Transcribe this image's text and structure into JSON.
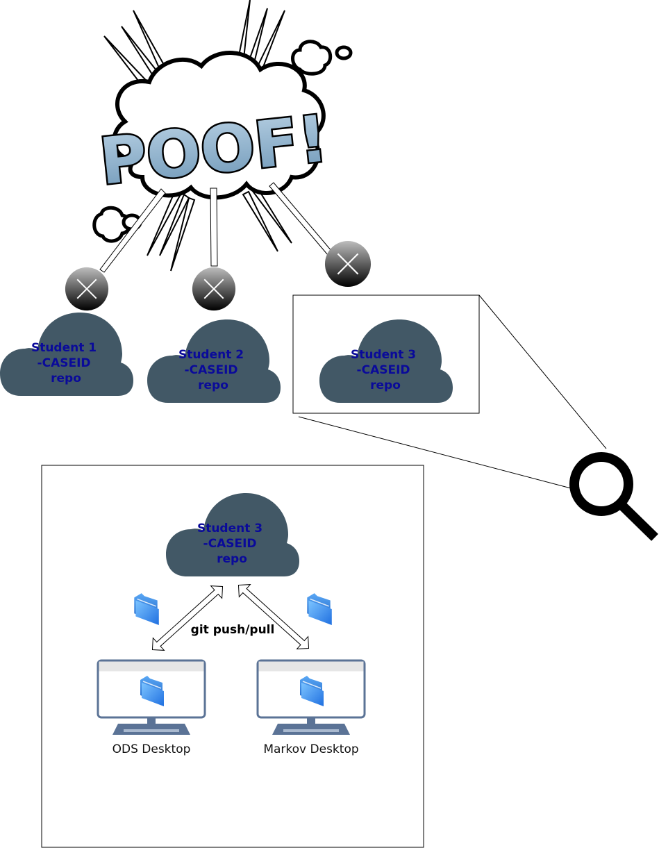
{
  "poof": {
    "text": "POOF!"
  },
  "clouds": [
    {
      "lines": [
        "Student 1",
        "-CASEID",
        "repo"
      ]
    },
    {
      "lines": [
        "Student 2",
        "-CASEID",
        "repo"
      ]
    },
    {
      "lines": [
        "Student 3",
        "-CASEID",
        "repo"
      ]
    }
  ],
  "zoom": {
    "cloud": {
      "lines": [
        "Student 3",
        "-CASEID",
        "repo"
      ]
    },
    "edge_label": "git push/pull",
    "desktops": [
      {
        "label": "ODS Desktop"
      },
      {
        "label": "Markov Desktop"
      }
    ]
  },
  "colors": {
    "cloud_fill": "#425866",
    "cloud_text": "#0a0a9a",
    "monitor_frame": "#5b7396",
    "folder": "#3a8ef6",
    "halftone": "#7fa7c4"
  },
  "icons": {
    "delete": "x-circle-icon",
    "magnifier": "magnifier-icon",
    "folder": "folder-icon",
    "monitor": "monitor-icon"
  }
}
